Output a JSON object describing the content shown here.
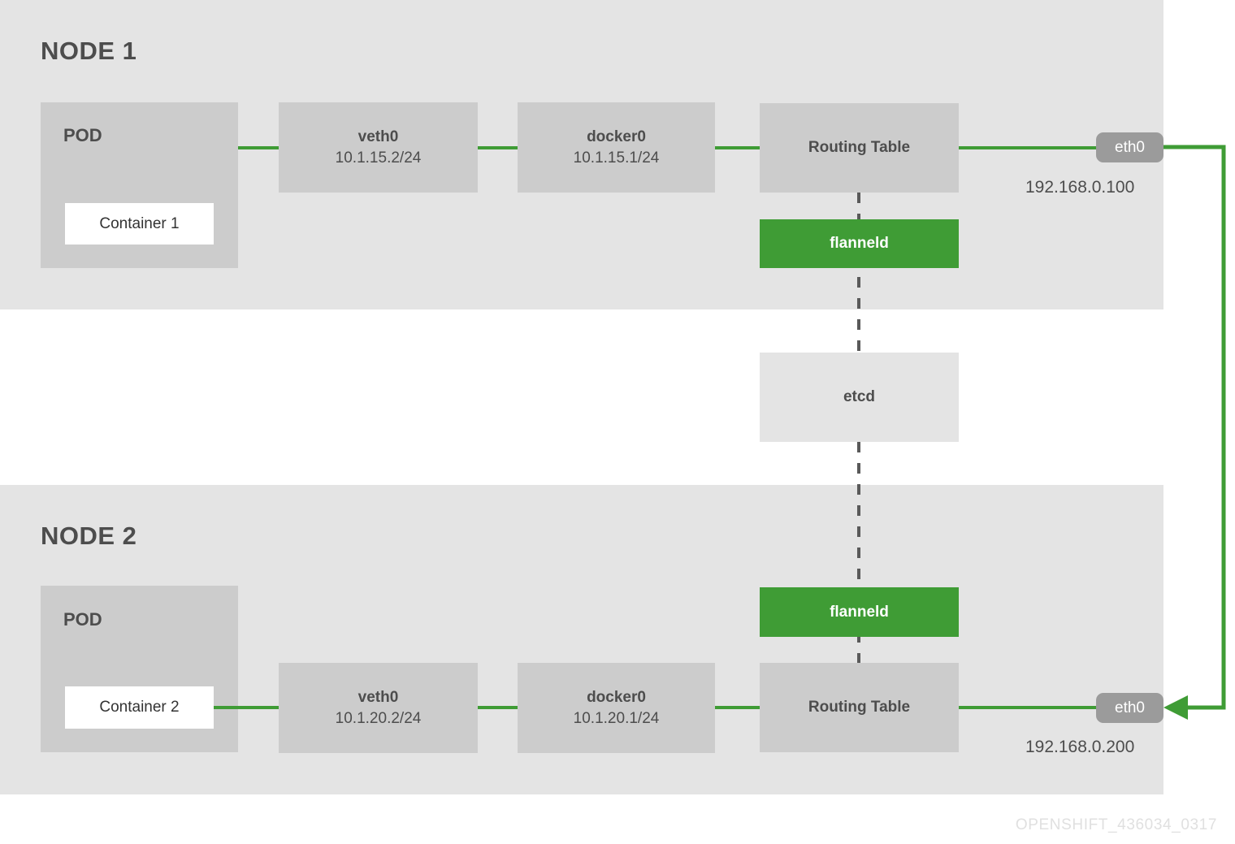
{
  "diagram": {
    "footer_code": "OPENSHIFT_436034_0317",
    "colors": {
      "panel_bg": "#e4e4e4",
      "box_gray": "#cccccc",
      "flannel_green": "#3f9c35",
      "link_green": "#3f9c35",
      "badge_gray": "#9b9b9b",
      "text_gray": "#4d4d4d",
      "container_white": "#ffffff",
      "footer_gray": "#e0e0e0"
    }
  },
  "node1": {
    "title": "NODE 1",
    "pod": {
      "label": "POD",
      "container": "Container 1"
    },
    "veth": {
      "title": "veth0",
      "address": "10.1.15.2/24"
    },
    "docker": {
      "title": "docker0",
      "address": "10.1.15.1/24"
    },
    "routing_table": {
      "title": "Routing Table"
    },
    "flanneld": {
      "label": "flanneld"
    },
    "eth": {
      "label": "eth0",
      "address": "192.168.0.100"
    }
  },
  "node2": {
    "title": "NODE 2",
    "pod": {
      "label": "POD",
      "container": "Container 2"
    },
    "veth": {
      "title": "veth0",
      "address": "10.1.20.2/24"
    },
    "docker": {
      "title": "docker0",
      "address": "10.1.20.1/24"
    },
    "routing_table": {
      "title": "Routing Table"
    },
    "flanneld": {
      "label": "flanneld"
    },
    "eth": {
      "label": "eth0",
      "address": "192.168.0.200"
    }
  },
  "shared": {
    "etcd": {
      "label": "etcd"
    }
  }
}
